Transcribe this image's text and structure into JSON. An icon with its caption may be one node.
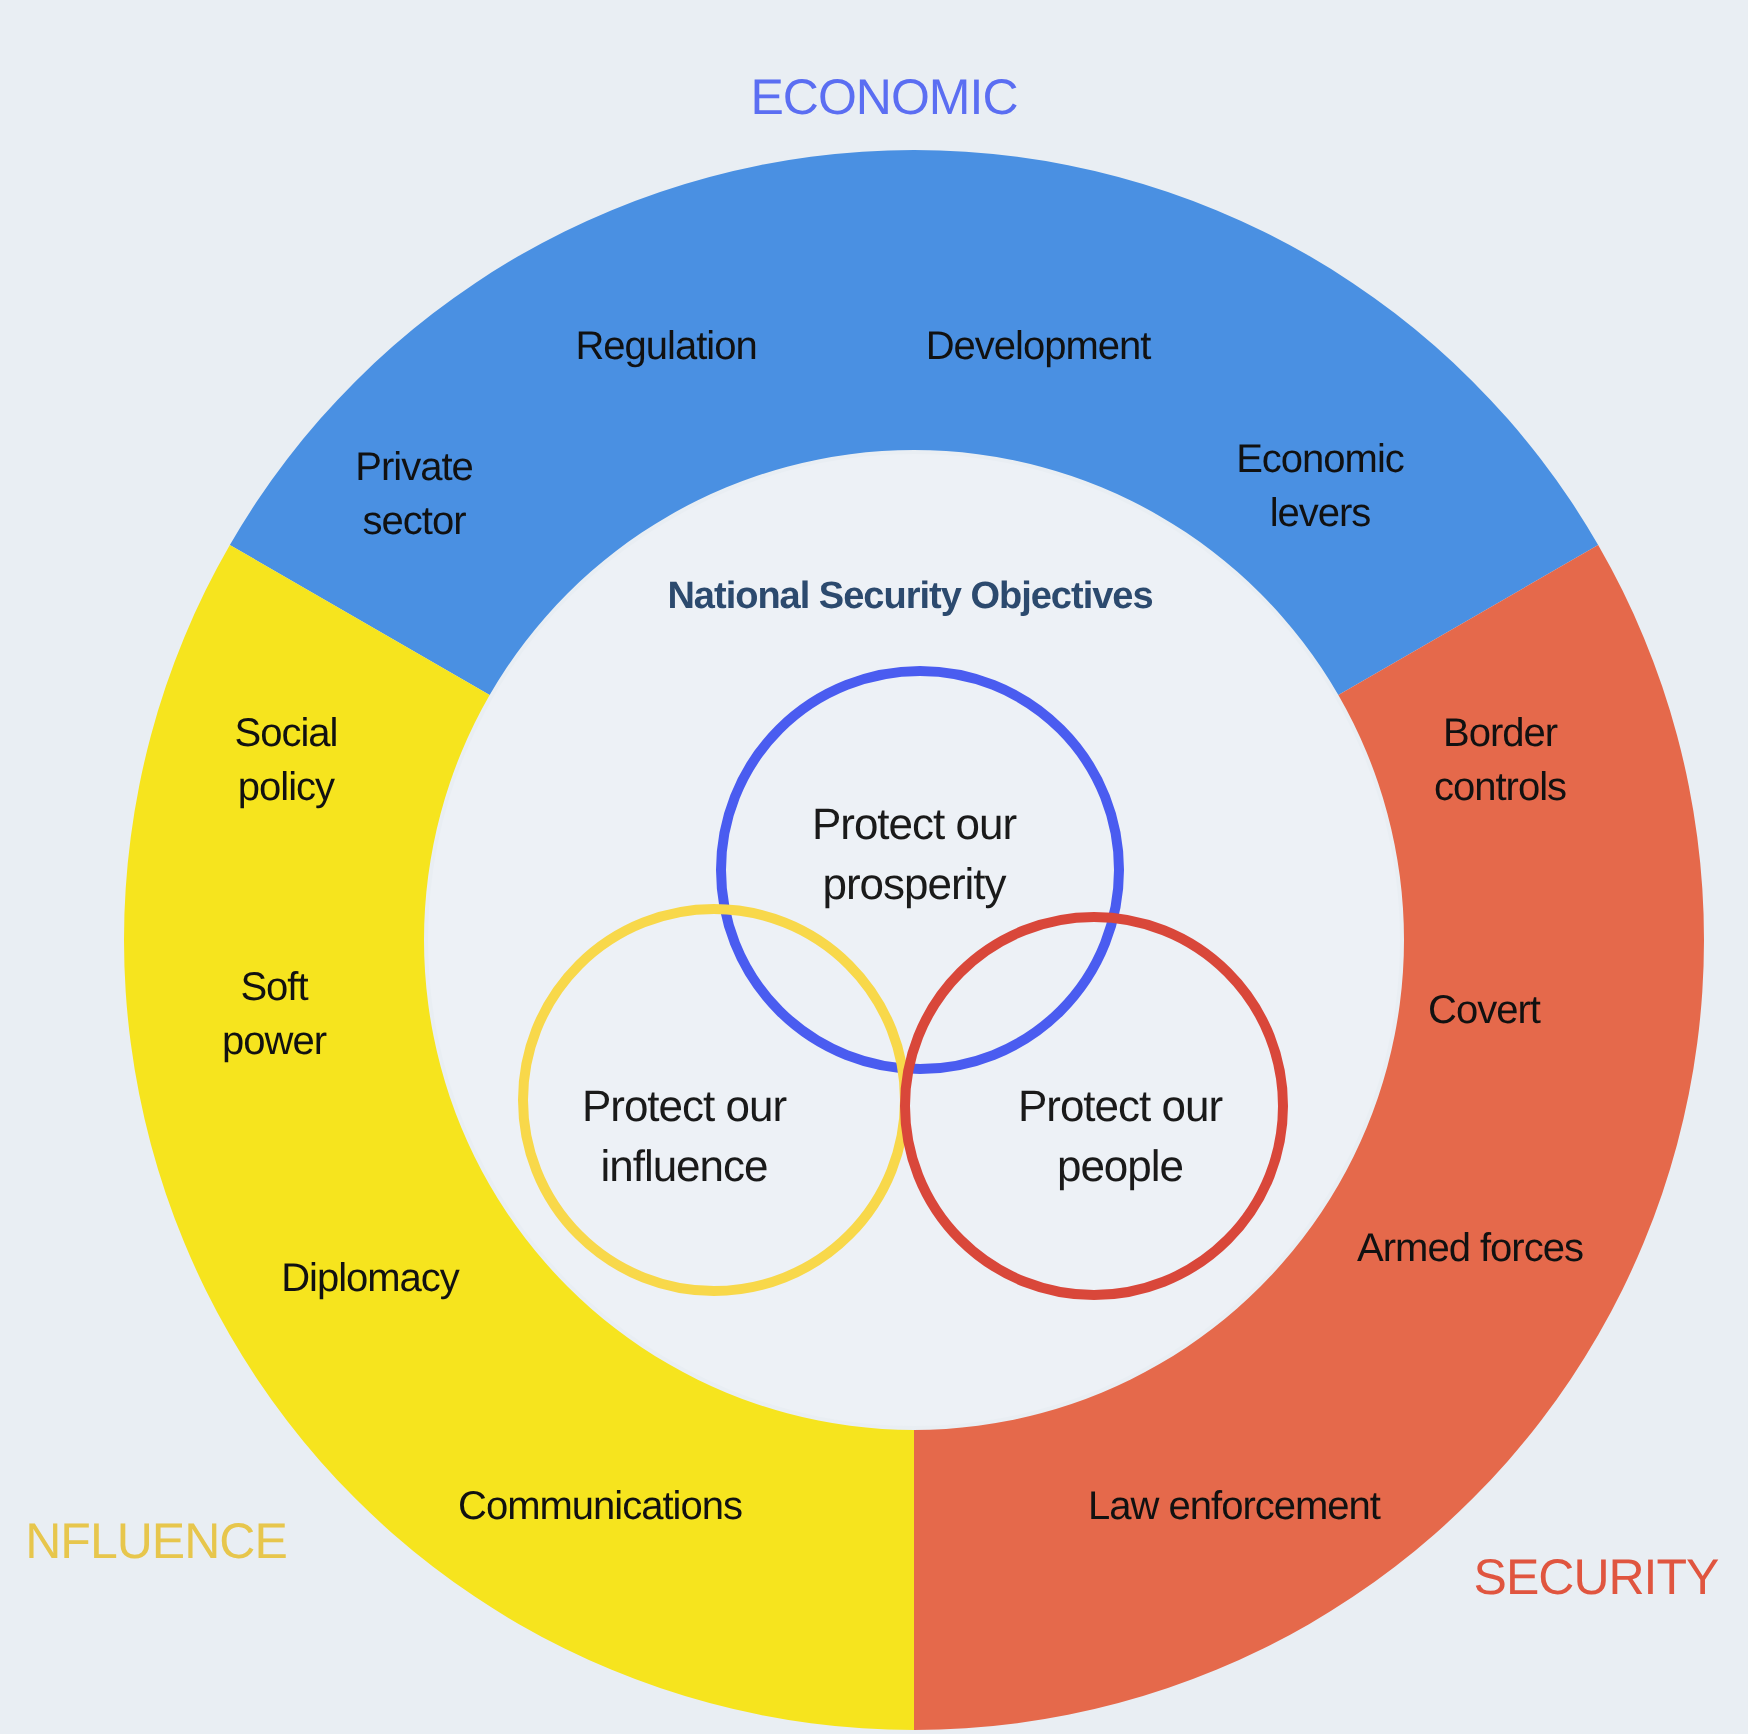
{
  "diagram": {
    "nodes": [
      {
        "text": [
          "ECONOMIC",
          "Private sector",
          "Regulation",
          "Development",
          "Economic levers"
        ]
      },
      {
        "text": [
          "SECURITY",
          "Border controls",
          "Covert",
          "Armed forces",
          "Law enforcement"
        ]
      },
      {
        "text": [
          "NFLUENCE",
          "Social policy",
          "Soft power",
          "Diplomacy",
          "Communications"
        ]
      },
      {
        "text": [
          "National Security Objectives"
        ]
      },
      {
        "text": [
          "Protect our prosperity"
        ],
        "in": 3
      },
      {
        "text": [
          "Protect our influence"
        ],
        "in": 3
      },
      {
        "text": [
          "Protect our people"
        ],
        "in": 3
      }
    ]
  }
}
